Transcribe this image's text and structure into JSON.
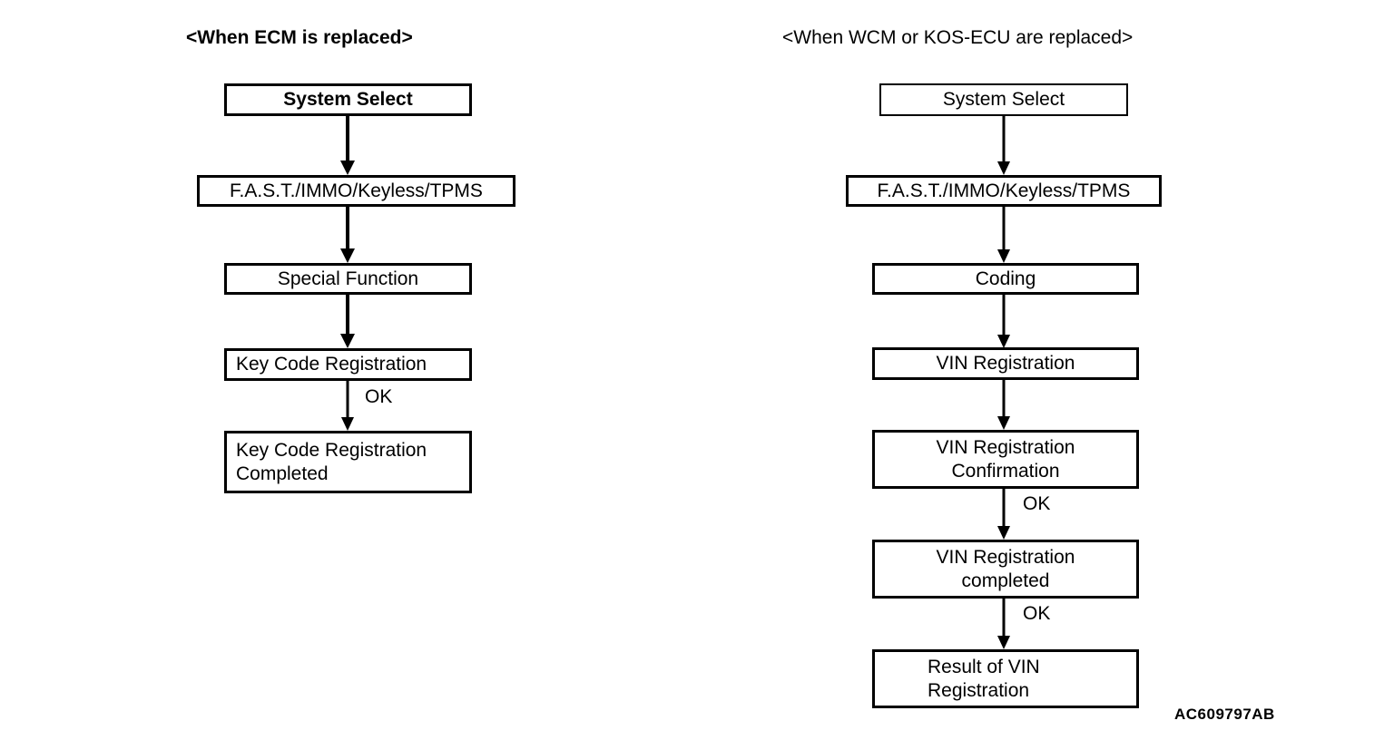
{
  "figure": {
    "reference_code": "AC609797AB"
  },
  "columns": [
    {
      "title": "<When ECM is replaced>",
      "nodes": [
        {
          "label": "System Select"
        },
        {
          "label": "F.A.S.T./IMMO/Keyless/TPMS"
        },
        {
          "label": "Special Function"
        },
        {
          "label": "Key Code Registration"
        },
        {
          "label": "Key Code Registration\nCompleted"
        }
      ],
      "edges": [
        {
          "label": ""
        },
        {
          "label": ""
        },
        {
          "label": ""
        },
        {
          "label": "OK"
        }
      ]
    },
    {
      "title": "<When WCM or KOS-ECU are replaced>",
      "nodes": [
        {
          "label": "System Select"
        },
        {
          "label": "F.A.S.T./IMMO/Keyless/TPMS"
        },
        {
          "label": "Coding"
        },
        {
          "label": "VIN Registration"
        },
        {
          "label": "VIN Registration\nConfirmation"
        },
        {
          "label": "VIN Registration\ncompleted"
        },
        {
          "label": "Result of VIN\nRegistration"
        }
      ],
      "edges": [
        {
          "label": ""
        },
        {
          "label": ""
        },
        {
          "label": ""
        },
        {
          "label": ""
        },
        {
          "label": "OK"
        },
        {
          "label": "OK"
        }
      ]
    }
  ]
}
